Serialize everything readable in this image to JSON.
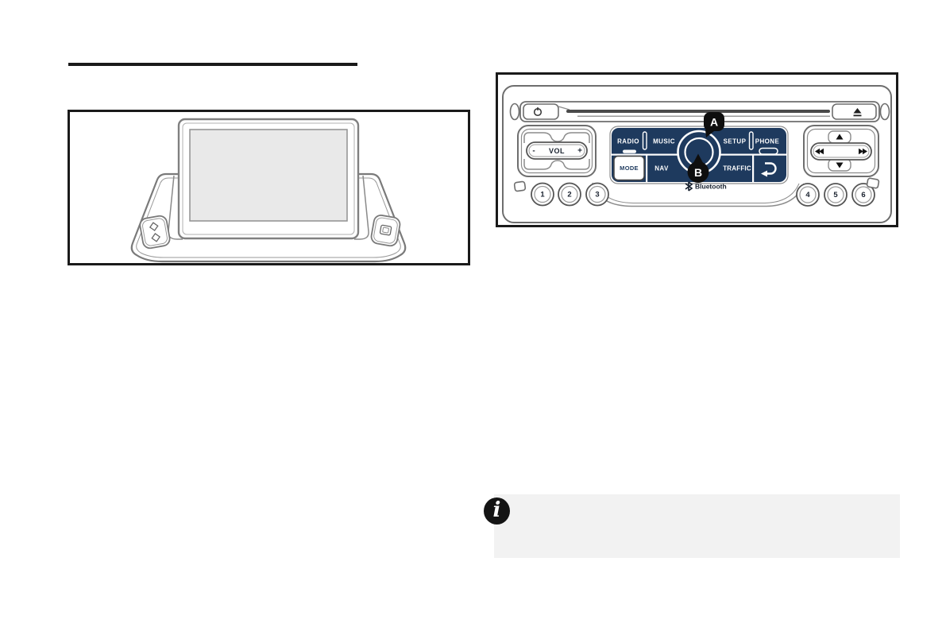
{
  "colors": {
    "page_bg": "#ffffff",
    "figure_border": "#1a1a1a",
    "panel_navy": "#1e3a5e",
    "callout_badge": "#0e0e0e",
    "info_box_bg": "#f2f2f2",
    "display_screen_fill": "#e9e9e9",
    "line_art_gray": "#6e6e6e"
  },
  "figures": {
    "display_unit": {
      "icons": {
        "left_pod": "diamond-buttons-icon",
        "right_pod": "screen-button-icon"
      }
    },
    "radio_unit": {
      "volume": {
        "minus": "-",
        "label": "VOL",
        "plus": "+"
      },
      "top_row": {
        "radio": "RADIO",
        "music": "MUSIC",
        "setup": "SETUP",
        "phone": "PHONE"
      },
      "bottom_row": {
        "mode": "MODE",
        "nav": "NAV",
        "traffic": "TRAFFIC"
      },
      "callout_a": "A",
      "callout_b": "B",
      "bluetooth_label": "Bluetooth",
      "presets": [
        "1",
        "2",
        "3",
        "4",
        "5",
        "6"
      ],
      "icons": {
        "power": "power-icon",
        "eject": "eject-icon",
        "back": "back-arrow-icon",
        "seek_left": "double-left-arrow-icon",
        "seek_right": "double-right-arrow-icon",
        "up": "up-arrow-icon",
        "down": "down-arrow-icon",
        "bluetooth": "bluetooth-icon"
      }
    },
    "info_note": {
      "icon": "info-icon",
      "letter": "i"
    }
  }
}
